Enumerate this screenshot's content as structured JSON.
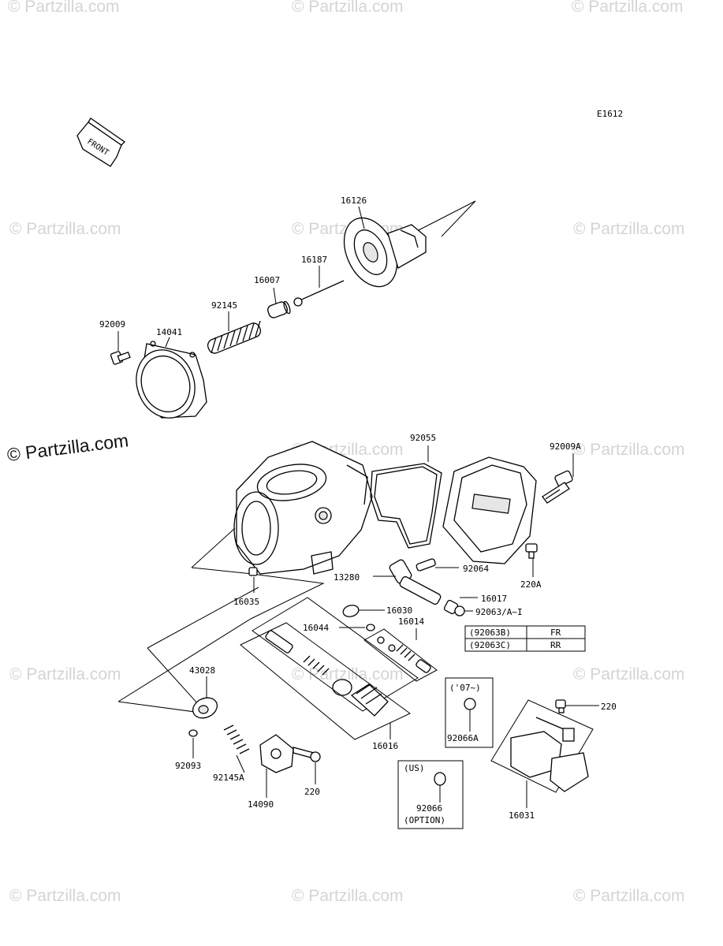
{
  "diagram_code": "E1612",
  "front_label": "FRONT",
  "watermarks": {
    "light": "© Partzilla.com",
    "dark": "© Partzilla.com"
  },
  "callouts": [
    "16126",
    "16187",
    "16007",
    "92145",
    "14041",
    "92009",
    "92055",
    "92009A",
    "92064",
    "13280",
    "16017",
    "220A",
    "16030",
    "16035",
    "92063/A~I",
    "16044",
    "16014",
    "43028",
    "16016",
    "220",
    "92066A",
    "92093",
    "92145A",
    "220",
    "14090",
    "92066",
    "16031"
  ],
  "variant_table": {
    "rows": [
      {
        "code": "(92063B)",
        "position": "FR"
      },
      {
        "code": "(92063C)",
        "position": "RR"
      }
    ]
  },
  "boxes": {
    "year_box": {
      "header": "('07~)",
      "part": "92066A"
    },
    "us_box": {
      "header": "(US)",
      "part": "92066",
      "note": "(OPTION)"
    }
  }
}
